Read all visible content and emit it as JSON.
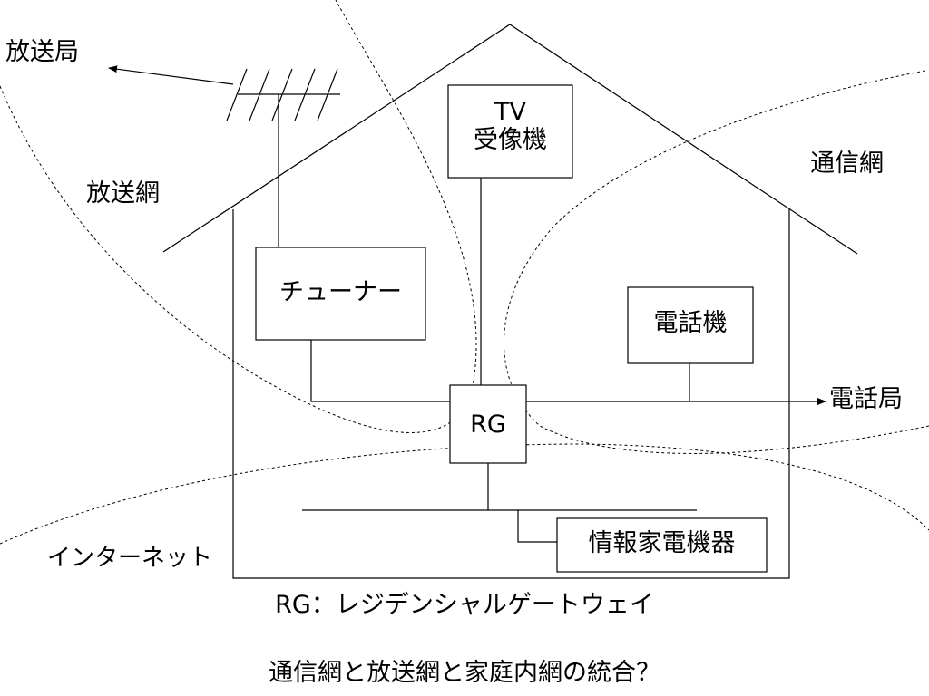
{
  "labels": {
    "broadcast_station": "放送局",
    "broadcast_network": "放送網",
    "comm_network": "通信網",
    "tv_line1": "TV",
    "tv_line2": "受像機",
    "tuner": "チューナー",
    "phone": "電話機",
    "rg": "RG",
    "telephone_station": "電話局",
    "internet": "インターネット",
    "info_appliances": "情報家電機器",
    "rg_definition": "RG：レジデンシャルゲートウェイ",
    "question": "通信網と放送網と家庭内網の統合？"
  }
}
